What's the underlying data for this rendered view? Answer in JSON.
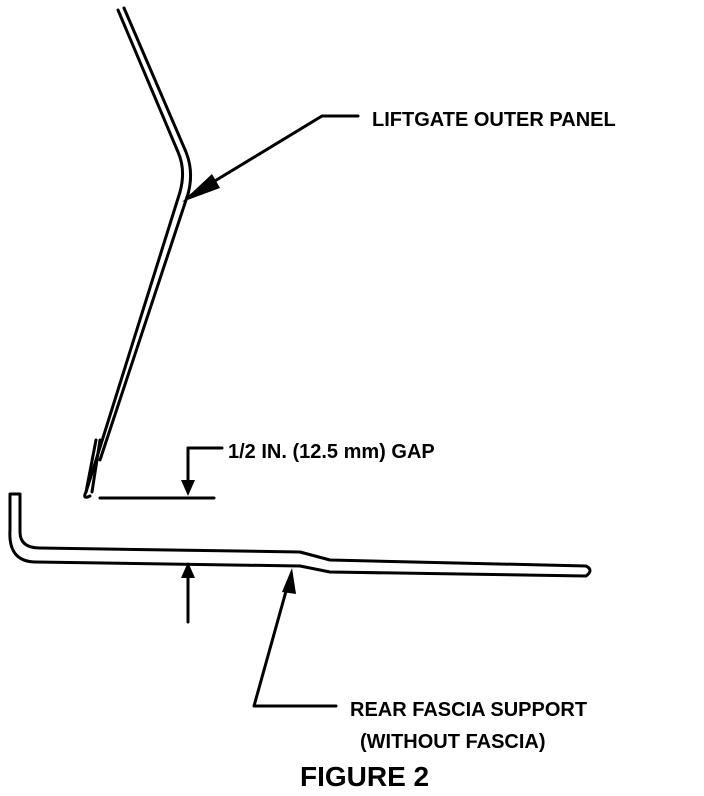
{
  "figure": {
    "caption": "FIGURE 2",
    "labels": {
      "outer_panel": "LIFTGATE OUTER PANEL",
      "gap": "1/2 IN. (12.5 mm) GAP",
      "support_line1": "REAR FASCIA SUPPORT",
      "support_line2": "(WITHOUT FASCIA)"
    },
    "colors": {
      "ink": "#000000",
      "background": "#ffffff"
    }
  }
}
